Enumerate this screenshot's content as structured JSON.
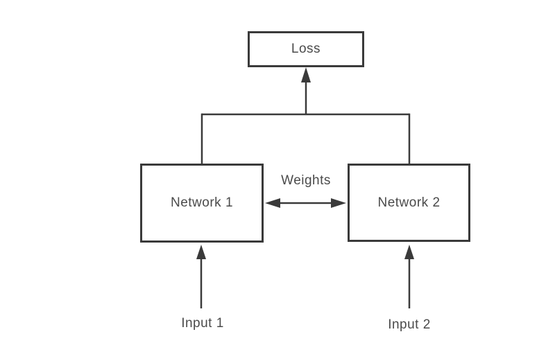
{
  "diagram": {
    "title": "siamese-network-weight-sharing-diagram",
    "boxes": {
      "loss": {
        "label": "Loss"
      },
      "network1": {
        "label": "Network 1"
      },
      "network2": {
        "label": "Network 2"
      }
    },
    "labels": {
      "weights": "Weights",
      "input1": "Input 1",
      "input2": "Input 2"
    },
    "colors": {
      "line": "#3a3a3a",
      "text": "#4a4a4a",
      "background": "#ffffff"
    }
  }
}
